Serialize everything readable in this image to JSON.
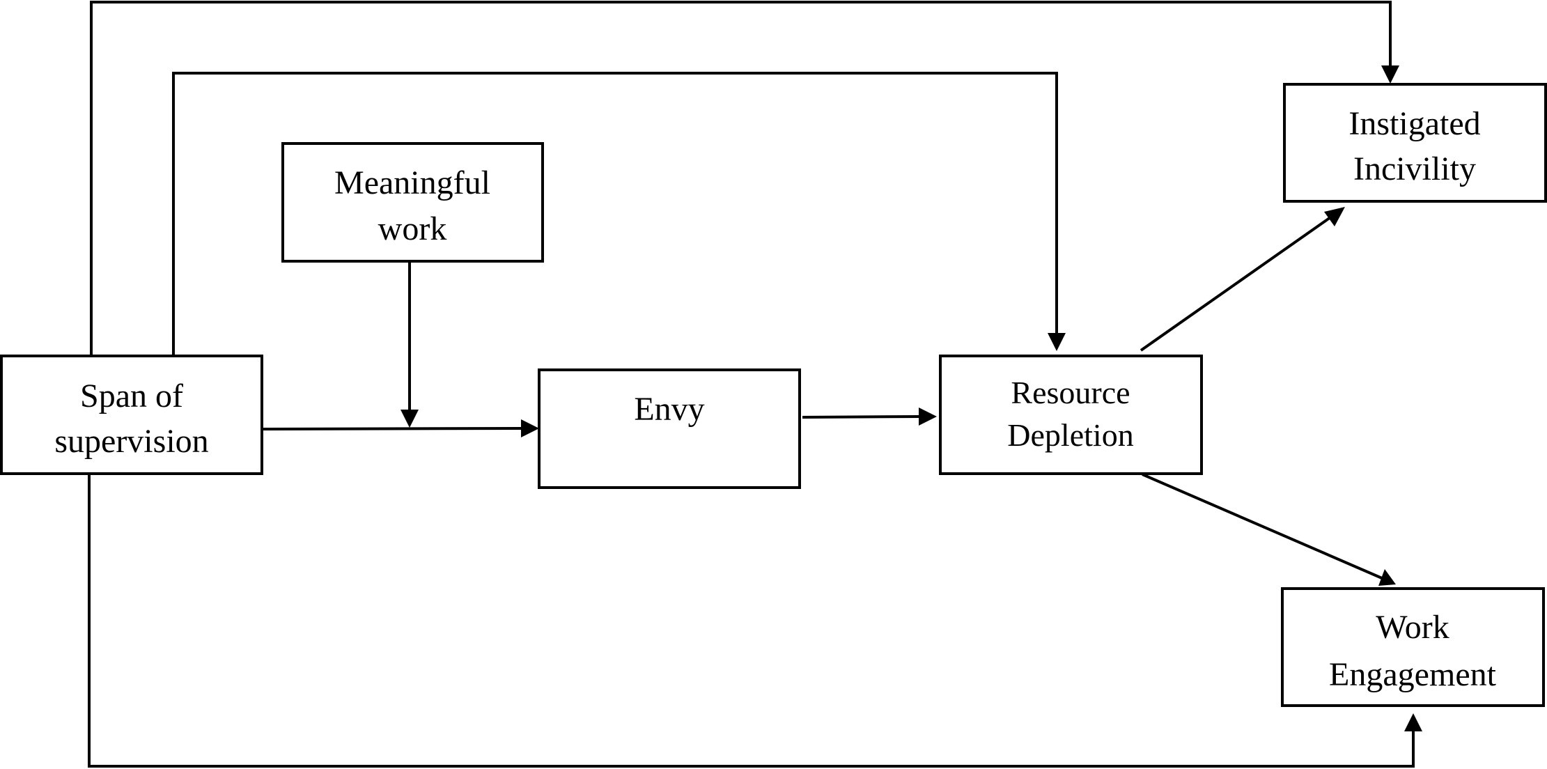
{
  "nodes": {
    "span_of_supervision": {
      "line1": "Span of",
      "line2": "supervision"
    },
    "meaningful_work": {
      "line1": "Meaningful",
      "line2": "work"
    },
    "envy": {
      "line1": "Envy"
    },
    "resource_depletion": {
      "line1": "Resource",
      "line2": "Depletion"
    },
    "instigated_incivility": {
      "line1": "Instigated",
      "line2": "Incivility"
    },
    "work_engagement": {
      "line1": "Work",
      "line2": "Engagement"
    }
  },
  "colors": {
    "stroke": "#000000",
    "fill": "#ffffff"
  }
}
